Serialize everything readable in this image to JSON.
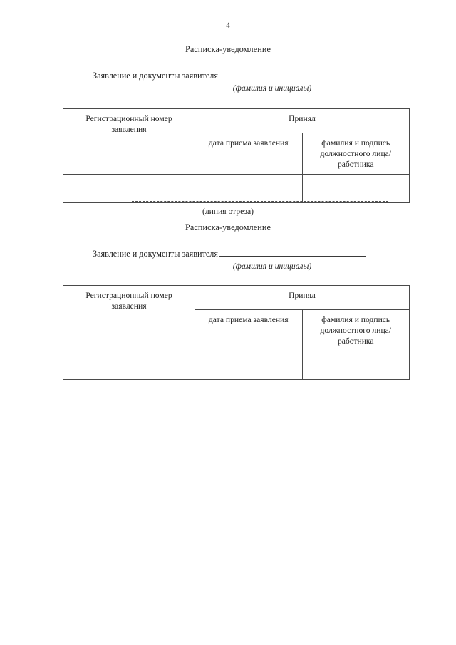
{
  "document": {
    "page_number": "4",
    "cut_line_label": "(линия отреза)"
  },
  "sections": [
    {
      "id": "receipt-top",
      "heading": "Расписка-уведомление",
      "applicant_label": "Заявление и документы заявителя",
      "applicant_value": "",
      "applicant_hint": "(фамилия и инициалы)",
      "table": {
        "headers": {
          "registration_number": "Регистрационный номер заявления",
          "accepted_by": "Принял",
          "acceptance_date": "дата приема заявления",
          "official_signature": "фамилия и подпись должностного лица/работника"
        },
        "row": {
          "registration_number": "",
          "acceptance_date": "",
          "official_signature": ""
        }
      }
    },
    {
      "id": "receipt-bottom",
      "heading": "Расписка-уведомление",
      "applicant_label": "Заявление и документы заявителя",
      "applicant_value": "",
      "applicant_hint": "(фамилия и инициалы)",
      "table": {
        "headers": {
          "registration_number": "Регистрационный номер заявления",
          "accepted_by": "Принял",
          "acceptance_date": "дата приема заявления",
          "official_signature": "фамилия и подпись должностного лица/работника"
        },
        "row": {
          "registration_number": "",
          "acceptance_date": "",
          "official_signature": ""
        }
      }
    }
  ]
}
